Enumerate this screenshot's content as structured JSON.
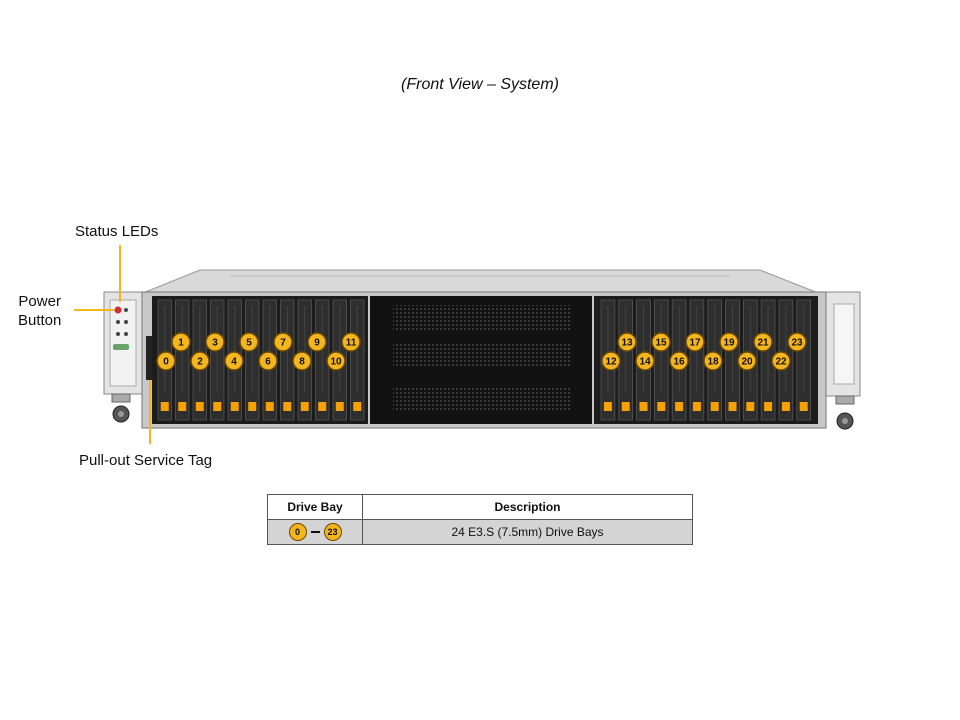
{
  "caption": "(Front View – System)",
  "callouts": {
    "status_leds": "Status LEDs",
    "power_button": [
      "Power",
      "Button"
    ],
    "service_tag": "Pull-out Service Tag"
  },
  "drive_bays": {
    "top_left": [
      "1",
      "3",
      "5",
      "7",
      "9",
      "11"
    ],
    "bottom_left": [
      "0",
      "2",
      "4",
      "6",
      "8",
      "10"
    ],
    "top_right": [
      "13",
      "15",
      "17",
      "19",
      "21",
      "23"
    ],
    "bottom_right": [
      "12",
      "14",
      "16",
      "18",
      "20",
      "22"
    ]
  },
  "legend": {
    "headers": [
      "Drive Bay",
      "Description"
    ],
    "row": {
      "range_start": "0",
      "range_end": "23",
      "description": "24 E3.S (7.5mm) Drive Bays"
    }
  },
  "colors": {
    "badge_fill": "#f5b51e",
    "callout_line": "#f5b51e",
    "drive_latch": "#f5a100",
    "chassis": "#c8c8c8"
  }
}
